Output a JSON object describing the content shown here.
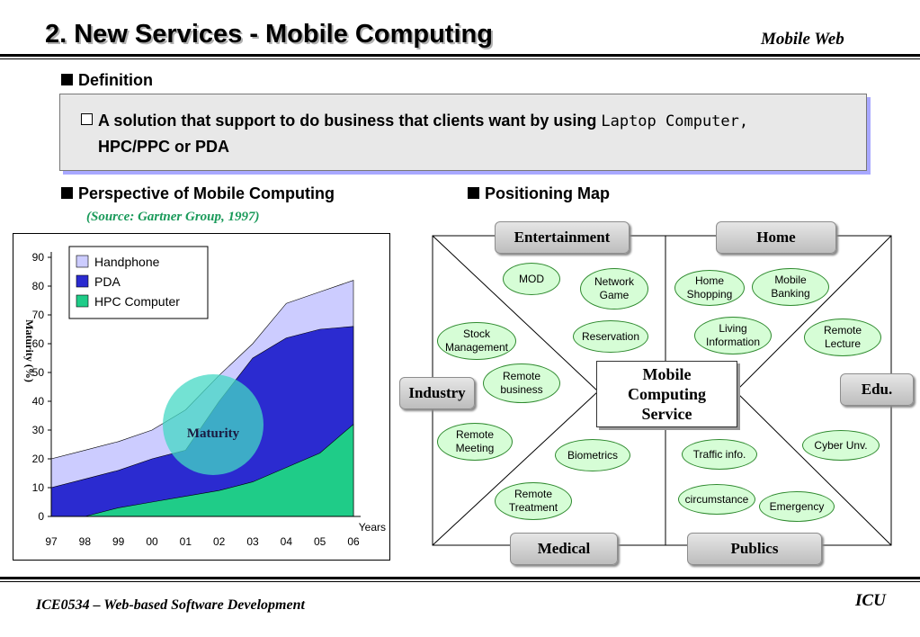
{
  "header": {
    "title": "2. New Services - Mobile Computing",
    "subtitle": "Mobile Web"
  },
  "definition": {
    "heading": "Definition",
    "text_before": "A solution that support to do business that clients want by using ",
    "text_mono": "Laptop Computer,",
    "text_after": "HPC/PPC or PDA"
  },
  "perspective": {
    "heading": "Perspective of Mobile Computing",
    "source": "(Source: Gartner Group, 1997)"
  },
  "chart_data": {
    "type": "area",
    "x": [
      "97",
      "98",
      "99",
      "00",
      "01",
      "02",
      "03",
      "04",
      "05",
      "06"
    ],
    "xlabel": "Years",
    "ylabel": "Maturity (%)",
    "ylim": [
      0,
      90
    ],
    "yticks": [
      0,
      10,
      20,
      30,
      40,
      50,
      60,
      70,
      80,
      90
    ],
    "series": [
      {
        "name": "Handphone",
        "values": [
          20,
          23,
          26,
          30,
          37,
          49,
          60,
          74,
          78,
          82
        ],
        "color": "#ccccff"
      },
      {
        "name": "PDA",
        "values": [
          10,
          13,
          16,
          20,
          23,
          40,
          55,
          62,
          65,
          66
        ],
        "color": "#2b2bd0"
      },
      {
        "name": "HPC Computer",
        "values": [
          0,
          0,
          3,
          5,
          7,
          9,
          12,
          17,
          22,
          32
        ],
        "color": "#1fcc88"
      }
    ],
    "annotation": "Maturity",
    "annotation_color": "#44d8c4",
    "legend": "top-left",
    "grid": false
  },
  "positioning": {
    "heading": "Positioning Map",
    "center_lines": [
      "Mobile",
      "Computing",
      "Service"
    ],
    "categories": {
      "entertainment": "Entertainment",
      "home": "Home",
      "industry": "Industry",
      "edu": "Edu.",
      "medical": "Medical",
      "publics": "Publics"
    },
    "items": {
      "mod": [
        "MOD"
      ],
      "network_game": [
        "Network",
        "Game"
      ],
      "home_shopping": [
        "Home",
        "Shopping"
      ],
      "mobile_banking": [
        "Mobile",
        "Banking"
      ],
      "stock_management": [
        "Stock",
        "Management"
      ],
      "reservation": [
        "Reservation"
      ],
      "living_information": [
        "Living",
        "Information"
      ],
      "remote_lecture": [
        "Remote",
        "Lecture"
      ],
      "remote_business": [
        "Remote",
        "business"
      ],
      "remote_meeting": [
        "Remote",
        "Meeting"
      ],
      "biometrics": [
        "Biometrics"
      ],
      "traffic_info": [
        "Traffic info."
      ],
      "cyber_unv": [
        "Cyber Unv."
      ],
      "remote_treatment": [
        "Remote",
        "Treatment"
      ],
      "circumstance": [
        "circumstance"
      ],
      "emergency": [
        "Emergency"
      ]
    }
  },
  "footer": {
    "left": "ICE0534 – Web-based Software Development",
    "right": "ICU"
  }
}
